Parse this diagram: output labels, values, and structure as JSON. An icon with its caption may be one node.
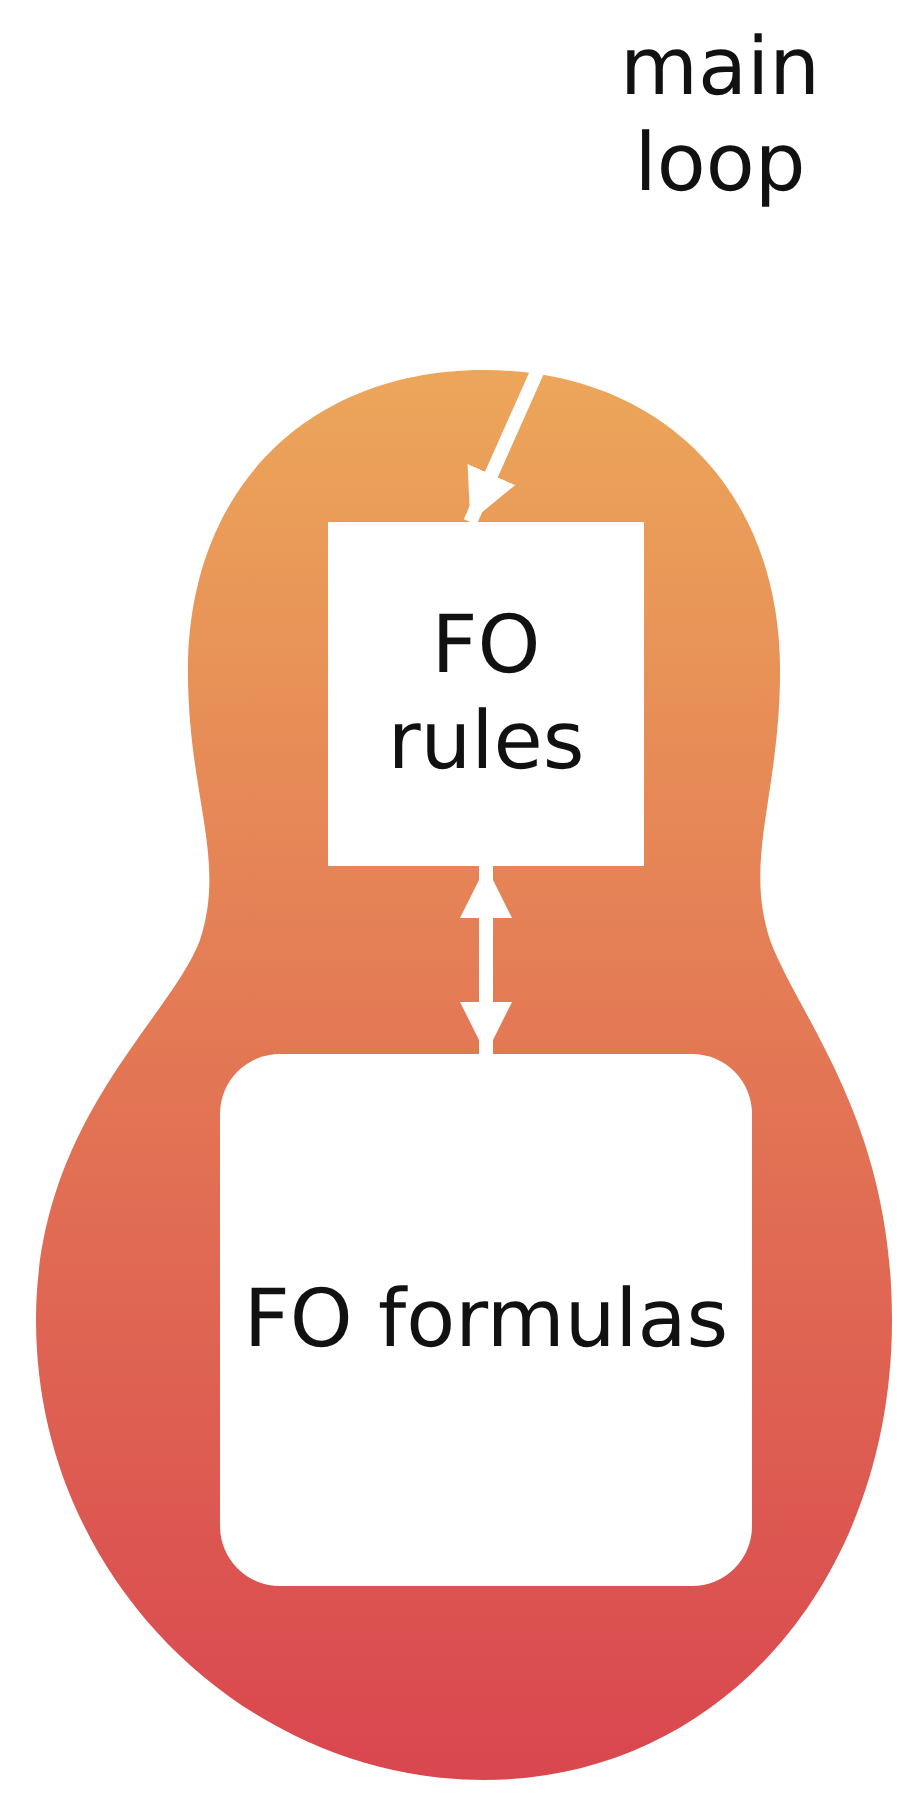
{
  "diagram": {
    "nodes": [
      {
        "text": [],
        "shape": "doll"
      },
      {
        "text": [
          "main loop"
        ]
      },
      {
        "text": [
          "FO rules"
        ],
        "in": 0
      },
      {
        "text": [
          "FO formulas"
        ],
        "in": 0
      }
    ],
    "edges": [
      {
        "from": 1,
        "to": 2,
        "arrow": "to"
      },
      {
        "from": 2,
        "to": 3,
        "arrow": "both"
      }
    ]
  }
}
